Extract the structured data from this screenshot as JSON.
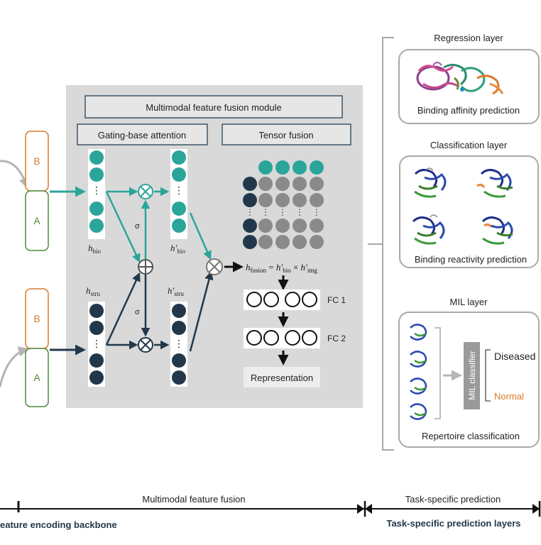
{
  "colors": {
    "teal": "#2ba59a",
    "navy": "#22384a",
    "orange": "#d87a2a",
    "green": "#4e8a3a",
    "module_bg": "#d9d9d9",
    "cell_gray": "#8a8a8a",
    "bracket": "#a9a9a9",
    "classifier": "#9a9a9a"
  },
  "fusion_module": {
    "title": "Multimodal feature fusion module",
    "gating_title": "Gating-base attention",
    "tensor_title": "Tensor fusion",
    "h_bio_label": "h",
    "h_bio_sub": "bio",
    "h_bio_prime_label": "h′",
    "h_bio_prime_sub": "bio",
    "h_stru_label": "h",
    "h_stru_sub": "stru",
    "h_stru_prime_label": "h′",
    "h_stru_prime_sub": "stru",
    "sigma": "σ",
    "fusion_eq_lhs": "h",
    "fusion_eq_lhs_sub": "fusion",
    "fusion_eq_eq": " = ",
    "fusion_eq_a": "h′",
    "fusion_eq_a_sub": "bio",
    "fusion_eq_times": " × ",
    "fusion_eq_b": "h′",
    "fusion_eq_b_sub": "img",
    "fc1": "FC 1",
    "fc2": "FC 2",
    "representation": "Representation"
  },
  "left_inputs": {
    "top_chain": [
      "B",
      "A"
    ],
    "bottom_chain": [
      "B",
      "A"
    ]
  },
  "task_layers": {
    "regression_title": "Regression layer",
    "regression_caption": "Binding affinity prediction",
    "classification_title": "Classification layer",
    "classification_caption": "Binding reactivity prediction",
    "mil_title": "MIL layer",
    "mil_classifier": "MIL classifier",
    "mil_diseased": "Diseased",
    "mil_normal": "Normal",
    "mil_caption": "Repertoire classification"
  },
  "timeline": {
    "fusion_label": "Multimodal feature fusion",
    "task_label": "Task-specific prediction",
    "backbone_label": "eature encoding backbone",
    "layers_label": "Task-specific prediction layers"
  }
}
